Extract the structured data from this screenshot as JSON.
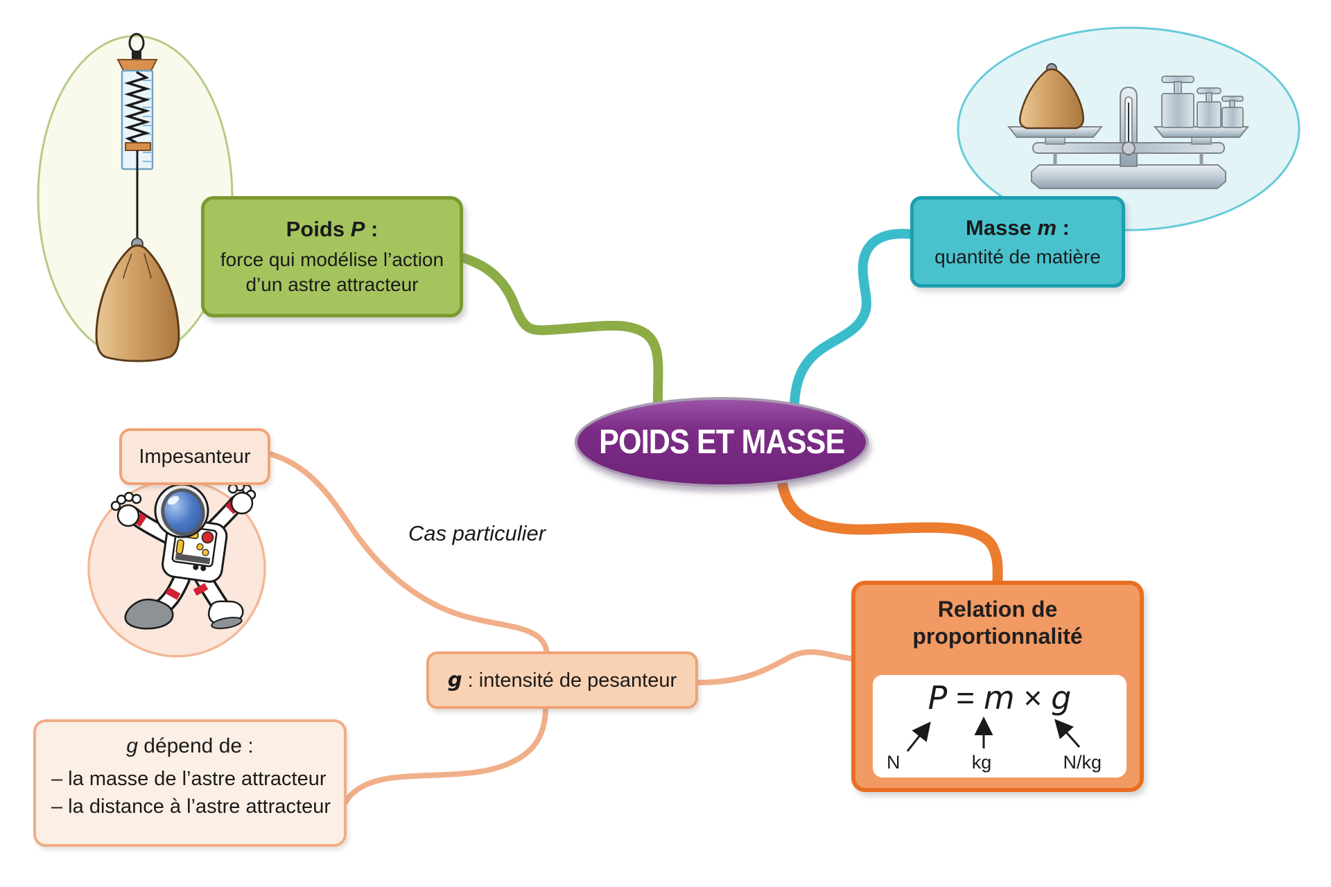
{
  "title": "POIDS ET MASSE",
  "colors": {
    "purple_fill": "#76287F",
    "purple_border": "#A79AB0",
    "green_fill": "#A6C45E",
    "green_border": "#7A9A30",
    "green_curve": "#8CAC46",
    "cyan_fill": "#49C2CE",
    "cyan_border": "#1B9FB0",
    "cyan_curve": "#3BBCCB",
    "orange_fill": "#F29A63",
    "orange_border": "#E96E21",
    "orange_curve": "#EC7C2E",
    "peach_fill": "#F9D2B3",
    "peach_border": "#F0A377",
    "peach_curve": "#F1AF89",
    "pale_green_ellipse": "#FAFAEC",
    "pale_cyan_ellipse": "#E3F4F7",
    "pale_peach_circle": "#FBE7DB"
  },
  "poids": {
    "label_bold": "Poids ",
    "label_var": "P",
    "label_colon": " :",
    "line1": "force qui modélise l’action",
    "line2": "d’un astre attracteur"
  },
  "masse": {
    "label_bold": "Masse ",
    "label_var": "m",
    "label_colon": " :",
    "line1": "quantité de matière"
  },
  "relation": {
    "title1": "Relation de",
    "title2": "proportionnalité",
    "f_P": "P",
    "f_eq": " = ",
    "f_m": "m",
    "f_times": " × ",
    "f_g": "g",
    "unit_N": "N",
    "unit_kg": "kg",
    "unit_Nkg": "N/kg"
  },
  "g_box": {
    "var": "g",
    "rest": " : intensité de pesanteur"
  },
  "impesanteur": {
    "label": "Impesanteur"
  },
  "cas_particulier": {
    "label": "Cas particulier"
  },
  "depend": {
    "var": "g",
    "rest": " dépend de :",
    "item1": "– la masse de l’astre attracteur",
    "item2": "– la distance à l’astre attracteur"
  },
  "illustrations": {
    "dynamometer": "spring-dynamometer-with-hanging-mass-bag",
    "balance": "two-pan-balance-with-mass-bag-and-weights",
    "astronaut": "floating-astronaut"
  }
}
